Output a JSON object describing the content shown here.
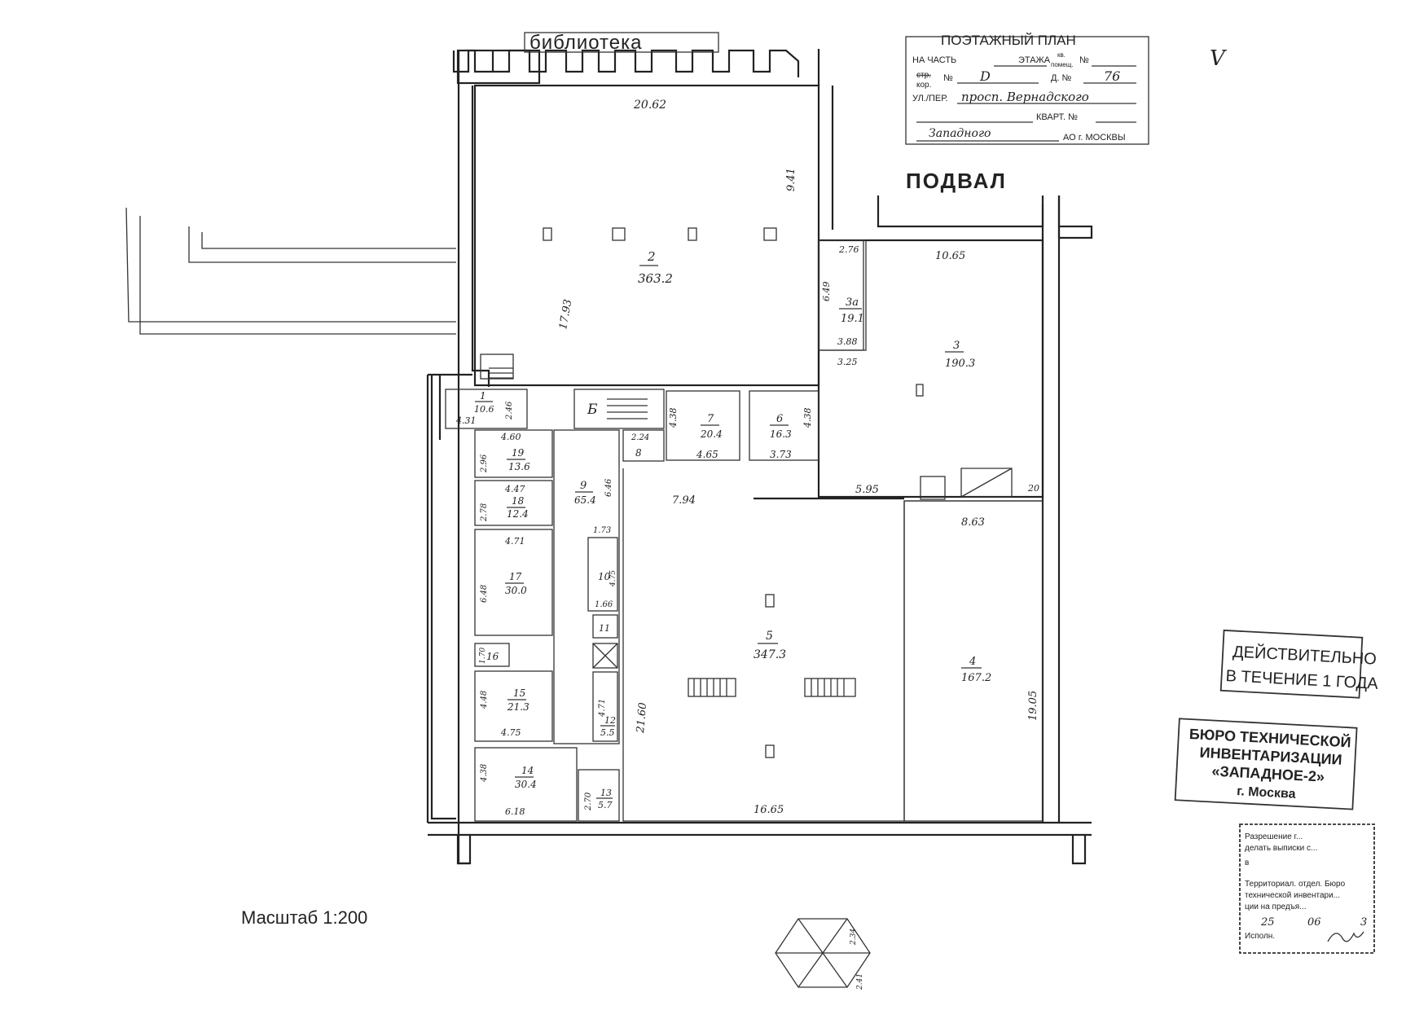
{
  "header": {
    "library_label": "библиотека",
    "plan_title": "ПОЭТАЖНЫЙ ПЛАН",
    "part_label": "НА ЧАСТЬ",
    "floor_label": "ЭТАЖА",
    "kv_label": "кв.",
    "pomesch_label": "помещ.",
    "no_label": "№",
    "str_label": "стр.",
    "kor_label": "кор.",
    "korpus_value": "D",
    "dom_label": "Д. №",
    "dom_value": "76",
    "street_label": "УЛ./ПЕР.",
    "street_value": "просп. Вернадского",
    "kvart_label": "КВАРТ. №",
    "district_value": "Западного",
    "city_label": "АО г. МОСКВЫ",
    "check_mark": "V"
  },
  "floor_label": "ПОДВАЛ",
  "scale_label": "Масштаб 1:200",
  "rooms": [
    {
      "num": "2",
      "area": "363.2"
    },
    {
      "num": "3",
      "area": "190.3"
    },
    {
      "num": "3а",
      "area": "19.1"
    },
    {
      "num": "1",
      "area": "10.6"
    },
    {
      "num": "7",
      "area": "20.4"
    },
    {
      "num": "6",
      "area": "16.3"
    },
    {
      "num": "19",
      "area": "13.6"
    },
    {
      "num": "18",
      "area": "12.4"
    },
    {
      "num": "9",
      "area": "65.4"
    },
    {
      "num": "17",
      "area": "30.0"
    },
    {
      "num": "10",
      "area": ""
    },
    {
      "num": "16",
      "area": ""
    },
    {
      "num": "15",
      "area": "21.3"
    },
    {
      "num": "12",
      "area": "5.5"
    },
    {
      "num": "14",
      "area": "30.4"
    },
    {
      "num": "13",
      "area": "5.7"
    },
    {
      "num": "5",
      "area": "347.3"
    },
    {
      "num": "4",
      "area": "167.2"
    },
    {
      "num": "8",
      "area": ""
    },
    {
      "num": "11",
      "area": ""
    },
    {
      "num": "20",
      "area": ""
    },
    {
      "num": "Б",
      "area": ""
    }
  ],
  "dimensions": [
    "20.62",
    "9.41",
    "17.93",
    "2.76",
    "6.49",
    "3.88",
    "3.25",
    "10.65",
    "4.31",
    "2.46",
    "4.60",
    "2.96",
    "4.47",
    "2.78",
    "4.71",
    "6.48",
    "1.70",
    "4.48",
    "4.75",
    "4.38",
    "6.18",
    "2.70",
    "6.46",
    "2.24",
    "4.38",
    "4.65",
    "3.73",
    "4.38",
    "7.94",
    "5.95",
    "8.63",
    "1.73",
    "4.75",
    "1.66",
    "4.71",
    "21.60",
    "16.65",
    "19.05",
    "2.34",
    "2.41"
  ],
  "stamps": {
    "valid_line1": "ДЕЙСТВИТЕЛЬНО",
    "valid_line2": "В ТЕЧЕНИЕ 1 ГОДА",
    "bti_line1": "БЮРО ТЕХНИЧЕСКОЙ",
    "bti_line2": "ИНВЕНТАРИЗАЦИИ",
    "bti_line3": "«ЗАПАДНОЕ-2»",
    "bti_line4": "г. Москва",
    "permit_line1": "Разрешение г...",
    "permit_line2": "делать выписки с...",
    "permit_line3": "в",
    "permit_line4": "Территориал. отдел. Бюро",
    "permit_line5": "технической инвентари...",
    "permit_line6": "ции на предъя...",
    "permit_date_day": "25",
    "permit_date_month": "06",
    "permit_date_year": "3",
    "permit_line8": "Исполн."
  }
}
